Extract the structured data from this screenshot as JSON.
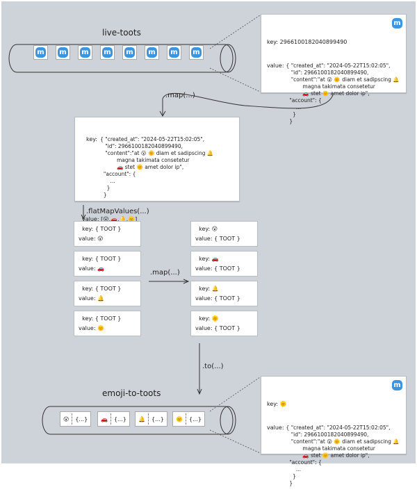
{
  "topics": {
    "input": "live-toots",
    "output": "emoji-to-toots"
  },
  "operations": {
    "map1": ".map(...)",
    "flat": ".flatMapValues(...)",
    "map2": ".map(...)",
    "to": ".to(...)"
  },
  "icons": {
    "toot": "mastodon-icon"
  },
  "input_record": {
    "key_label": "key:",
    "key": "296610018204089949​0",
    "value_label": "value:",
    "lines": [
      "{ \"created_at\": \"2024-05-22T15:02:05\",",
      "   \"id\": 296610018204089949​0,",
      "   \"content\":\"at 😮 🌞 diam et sadipscing 🔔",
      "          magna takimata consetetur",
      "          🚗 stet 🌞 amet dolor ip\",",
      "  \"account\": {",
      "      ...",
      "    }",
      "  }"
    ]
  },
  "mapped_record": {
    "key_label": "key:",
    "value_label": "value:",
    "lines": [
      "{ \"created_at\": \"2024-05-22T15:02:05\",",
      "   \"id\": 296610018204089949​0,",
      "   \"content\":\"at 😮 🌞 diam et sadipscing 🔔",
      "          magna takimata consetetur",
      "          🚗 stet 🌞 amet dolor ip\",",
      "  \"account\": {",
      "      ...",
      "    }",
      "  }"
    ],
    "value": "[😮,🚗,🔔,🌞]"
  },
  "flat_records": [
    {
      "key": "{ TOOT }",
      "value": "😮"
    },
    {
      "key": "{ TOOT }",
      "value": "🚗"
    },
    {
      "key": "{ TOOT }",
      "value": "🔔"
    },
    {
      "key": "{ TOOT }",
      "value": "🌞"
    }
  ],
  "swapped_records": [
    {
      "key": "😮",
      "value": "{ TOOT }"
    },
    {
      "key": "🚗",
      "value": "{ TOOT }"
    },
    {
      "key": "🔔",
      "value": "{ TOOT }"
    },
    {
      "key": "🌞",
      "value": "{ TOOT }"
    }
  ],
  "output_pairs": [
    {
      "key": "😮",
      "value": "{...}"
    },
    {
      "key": "🚗",
      "value": "{...}"
    },
    {
      "key": "🔔",
      "value": "{...}"
    },
    {
      "key": "🌞",
      "value": "{...}"
    }
  ],
  "output_record": {
    "key_label": "key:",
    "key": "🌞",
    "value_label": "value:",
    "lines": [
      "{ \"created_at\": \"2024-05-22T15:02:05\",",
      "   \"id\": 296610018204089949​0,",
      "   \"content\":\"at 😮 🌞 diam et sadipscing 🔔",
      "          magna takimata consetetur",
      "          🚗 stet 🌞 amet dolor ip\",",
      "  \"account\": {",
      "      ...",
      "    }",
      "  }"
    ]
  },
  "labels": {
    "key": "key:",
    "value": "value:"
  }
}
